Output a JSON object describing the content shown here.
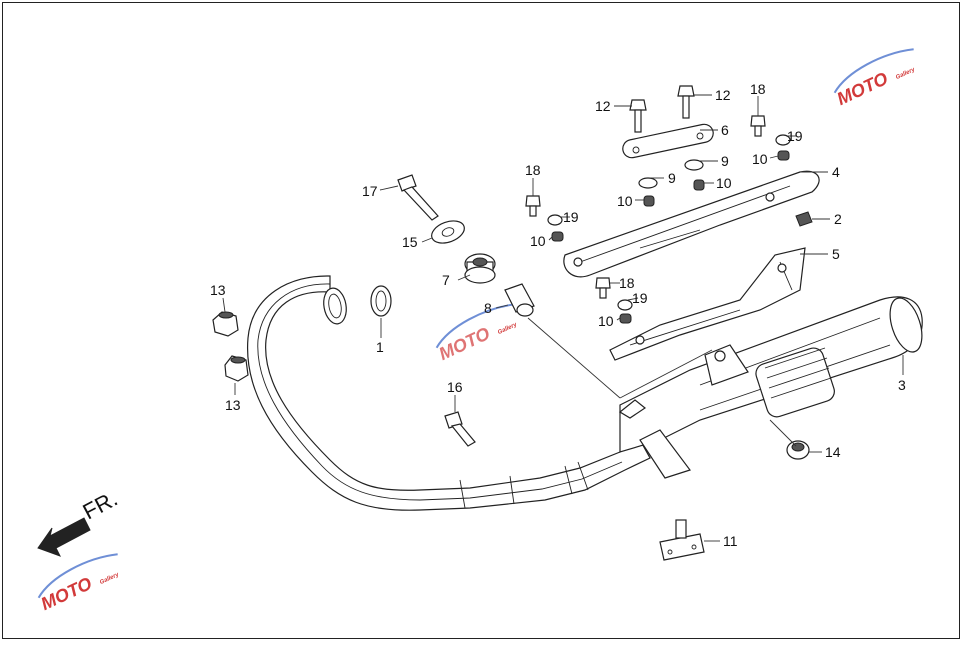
{
  "colors": {
    "line": "#222222",
    "background": "#ffffff",
    "watermark_red": "#d23a3a",
    "watermark_blue": "#6f8fd6",
    "arrow": "#222222"
  },
  "direction": {
    "label": "FR.",
    "icon": "front-direction-arrow-icon"
  },
  "watermark": {
    "text": "MOTO",
    "subtext": "Gallery"
  },
  "callouts": [
    {
      "id": "c1",
      "label": "1"
    },
    {
      "id": "c2",
      "label": "2"
    },
    {
      "id": "c3",
      "label": "3"
    },
    {
      "id": "c4",
      "label": "4"
    },
    {
      "id": "c5",
      "label": "5"
    },
    {
      "id": "c6",
      "label": "6"
    },
    {
      "id": "c7",
      "label": "7"
    },
    {
      "id": "c8",
      "label": "8"
    },
    {
      "id": "c9a",
      "label": "9"
    },
    {
      "id": "c9b",
      "label": "9"
    },
    {
      "id": "c10a",
      "label": "10"
    },
    {
      "id": "c10b",
      "label": "10"
    },
    {
      "id": "c10c",
      "label": "10"
    },
    {
      "id": "c10d",
      "label": "10"
    },
    {
      "id": "c10e",
      "label": "10"
    },
    {
      "id": "c11",
      "label": "11"
    },
    {
      "id": "c12a",
      "label": "12"
    },
    {
      "id": "c12b",
      "label": "12"
    },
    {
      "id": "c13a",
      "label": "13"
    },
    {
      "id": "c13b",
      "label": "13"
    },
    {
      "id": "c14",
      "label": "14"
    },
    {
      "id": "c15",
      "label": "15"
    },
    {
      "id": "c16",
      "label": "16"
    },
    {
      "id": "c17",
      "label": "17"
    },
    {
      "id": "c18a",
      "label": "18"
    },
    {
      "id": "c18b",
      "label": "18"
    },
    {
      "id": "c18c",
      "label": "18"
    },
    {
      "id": "c19a",
      "label": "19"
    },
    {
      "id": "c19b",
      "label": "19"
    },
    {
      "id": "c19c",
      "label": "19"
    }
  ]
}
